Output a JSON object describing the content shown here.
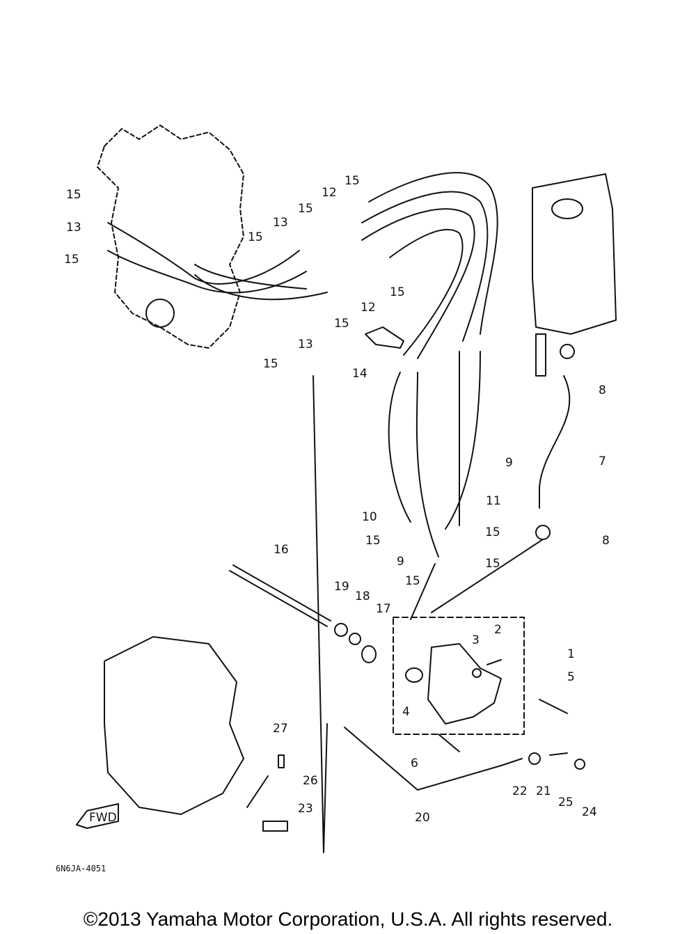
{
  "diagram_code": "6N6JA-4051",
  "copyright": "©2013 Yamaha Motor Corporation, U.S.A. All rights reserved.",
  "fwd_label": "FWD",
  "part_numbers": [
    "1",
    "2",
    "3",
    "4",
    "5",
    "6",
    "7",
    "8",
    "8",
    "9",
    "9",
    "10",
    "11",
    "12",
    "12",
    "13",
    "13",
    "13",
    "14",
    "15",
    "15",
    "15",
    "15",
    "15",
    "15",
    "15",
    "15",
    "15",
    "15",
    "15",
    "15",
    "16",
    "17",
    "18",
    "19",
    "20",
    "21",
    "22",
    "23",
    "24",
    "25",
    "26",
    "27"
  ]
}
